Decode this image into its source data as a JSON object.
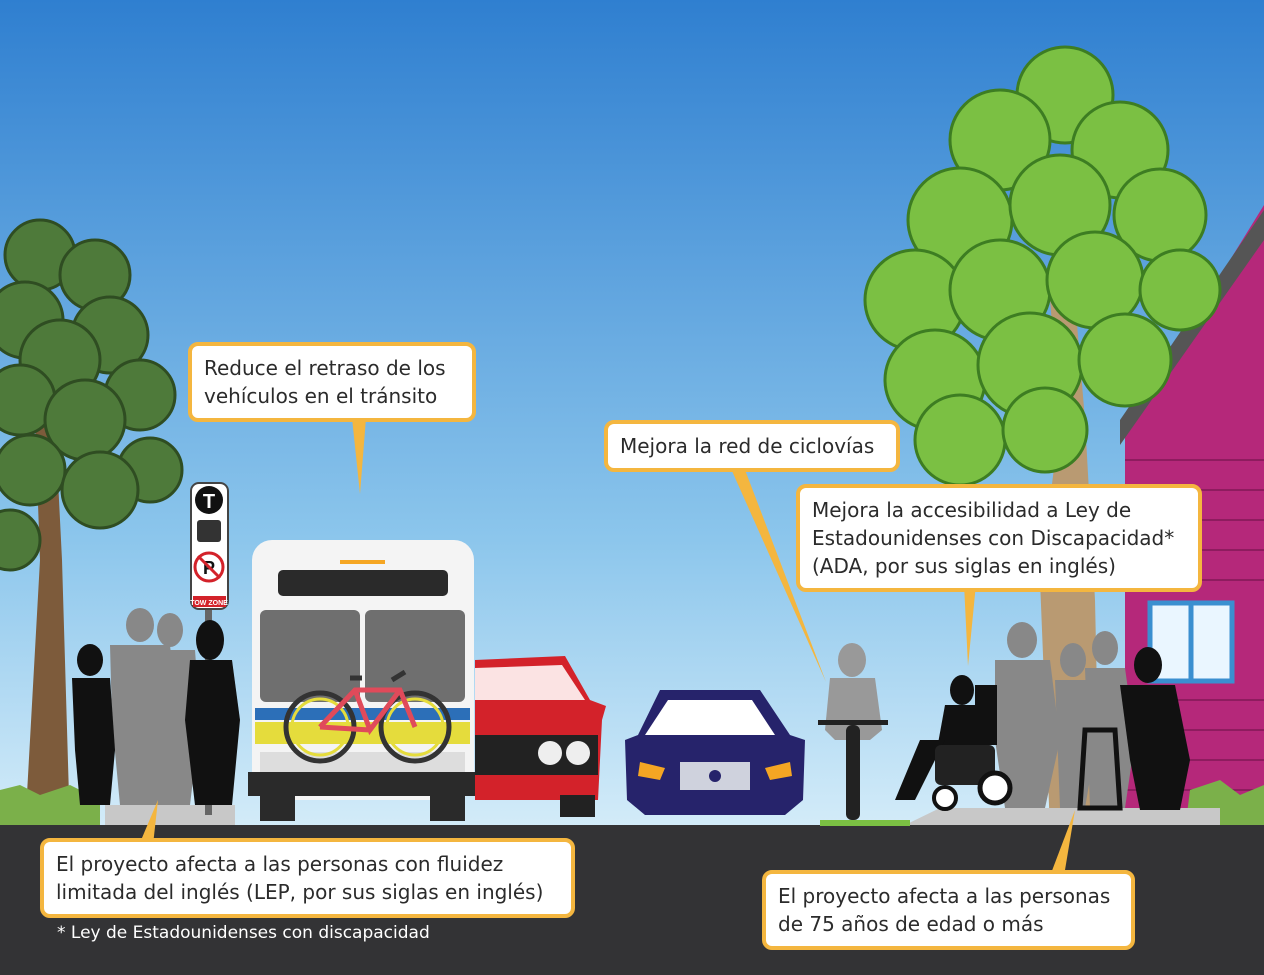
{
  "callouts": {
    "transit": {
      "line1": "Reduce el retraso de los",
      "line2": "vehículos en el tránsito"
    },
    "bike": {
      "line1": "Mejora la red de ciclovías"
    },
    "ada": {
      "line1": "Mejora la accesibilidad a Ley de",
      "line2": "Estadounidenses con Discapacidad*",
      "line3": "(ADA, por sus siglas en inglés)"
    },
    "lep": {
      "line1": "El proyecto afecta a las personas con fluidez",
      "line2": "limitada del inglés (LEP, por sus siglas en inglés)"
    },
    "elderly": {
      "line1": "El proyecto afecta a las personas",
      "line2": "de 75 años de edad o más"
    }
  },
  "footnote": "* Ley de Estadounidenses con discapacidad",
  "sign": {
    "t": "T",
    "p": "P",
    "tow": "TOW ZONE"
  },
  "colors": {
    "sky_top": "#2f7fd0",
    "sky_bottom": "#c9e6f7",
    "road": "#333335",
    "callout_border": "#f4b63f",
    "tree_light": "#7bc043",
    "tree_dark": "#4e7a3a",
    "house": "#b5287a",
    "car_red": "#d3222a",
    "car_blue": "#26236b"
  }
}
